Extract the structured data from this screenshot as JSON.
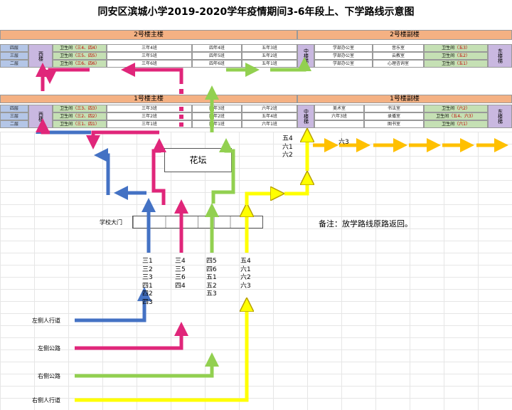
{
  "title": "同安区滨城小学2019-2020学年疫情期间3-6年段上、下学路线示意图",
  "colors": {
    "blue": "#4472c4",
    "magenta": "#e0267a",
    "green": "#92d050",
    "yellow": "#ffff00",
    "orange": "#ffc000"
  },
  "building2": {
    "main_title": "2号楼主楼",
    "annex_title": "2号楼副楼",
    "floors": [
      "四层",
      "三层",
      "二层"
    ],
    "west_stair": "西楼",
    "mid_stair": "中楼梯",
    "east_stair": "东楼梯",
    "washrooms": [
      {
        "k": "卫生间",
        "v": "（三4、四4）"
      },
      {
        "k": "卫生间",
        "v": "（三5、四5）"
      },
      {
        "k": "卫生间",
        "v": "（三6、四6）"
      }
    ],
    "col1": [
      "三年4班",
      "三年5班",
      "三年6班"
    ],
    "col2": [
      "四年4班",
      "四年5班",
      "四年6班"
    ],
    "col3": [
      "五年3班",
      "五年2班",
      "五年1班"
    ],
    "annex_office": [
      "学部办公室",
      "学部办公室",
      "学部办公室"
    ],
    "annex_room": [
      "音乐室",
      "云教室",
      "心理咨询室"
    ],
    "annex_wash": [
      {
        "k": "卫生间",
        "v": "（五3）"
      },
      {
        "k": "卫生间",
        "v": "（五2）"
      },
      {
        "k": "卫生间",
        "v": "（五1）"
      }
    ]
  },
  "building1": {
    "main_title": "1号楼主楼",
    "annex_title": "1号楼副楼",
    "floors": [
      "四层",
      "三层",
      "二层"
    ],
    "west_stair": "西楼",
    "mid_stair": "中楼梯",
    "east_stair": "东楼梯",
    "washrooms": [
      {
        "k": "卫生间",
        "v": "（三3、四3）"
      },
      {
        "k": "卫生间",
        "v": "（三2、四2）"
      },
      {
        "k": "卫生间",
        "v": "（三1、四1）"
      }
    ],
    "col1": [
      "三年3班",
      "三年2班",
      "三年1班"
    ],
    "col2": [
      "四年3班",
      "四年2班",
      "四年1班"
    ],
    "col3": [
      "六年2班",
      "五年4班",
      "六年1班"
    ],
    "annex_a": [
      "美术室",
      "六年3班",
      ""
    ],
    "annex_b": [
      "书法室",
      "录播室",
      "图书室"
    ],
    "annex_wash": [
      {
        "k": "卫生间",
        "v": "（六2）"
      },
      {
        "k": "卫生间",
        "v": "（五4、六3）"
      },
      {
        "k": "卫生间",
        "v": "（六1）"
      }
    ]
  },
  "garden": "花坛",
  "gate": "学校大门",
  "route_labels": {
    "yellow_stack": [
      "五4",
      "六1",
      "六2"
    ],
    "orange_tag": "六3"
  },
  "lists": {
    "blue": [
      "三1",
      "三2",
      "三3",
      "四1",
      "四2",
      "四3"
    ],
    "magenta": [
      "三4",
      "三5",
      "三6",
      "四4"
    ],
    "green": [
      "四5",
      "四6",
      "五1",
      "五2",
      "五3"
    ],
    "yellow": [
      "五4",
      "六1",
      "六2",
      "六3"
    ]
  },
  "roads": [
    "左侧人行道",
    "左侧公路",
    "右侧公路",
    "右侧人行道"
  ],
  "note": "备注：放学路线原路返回。"
}
